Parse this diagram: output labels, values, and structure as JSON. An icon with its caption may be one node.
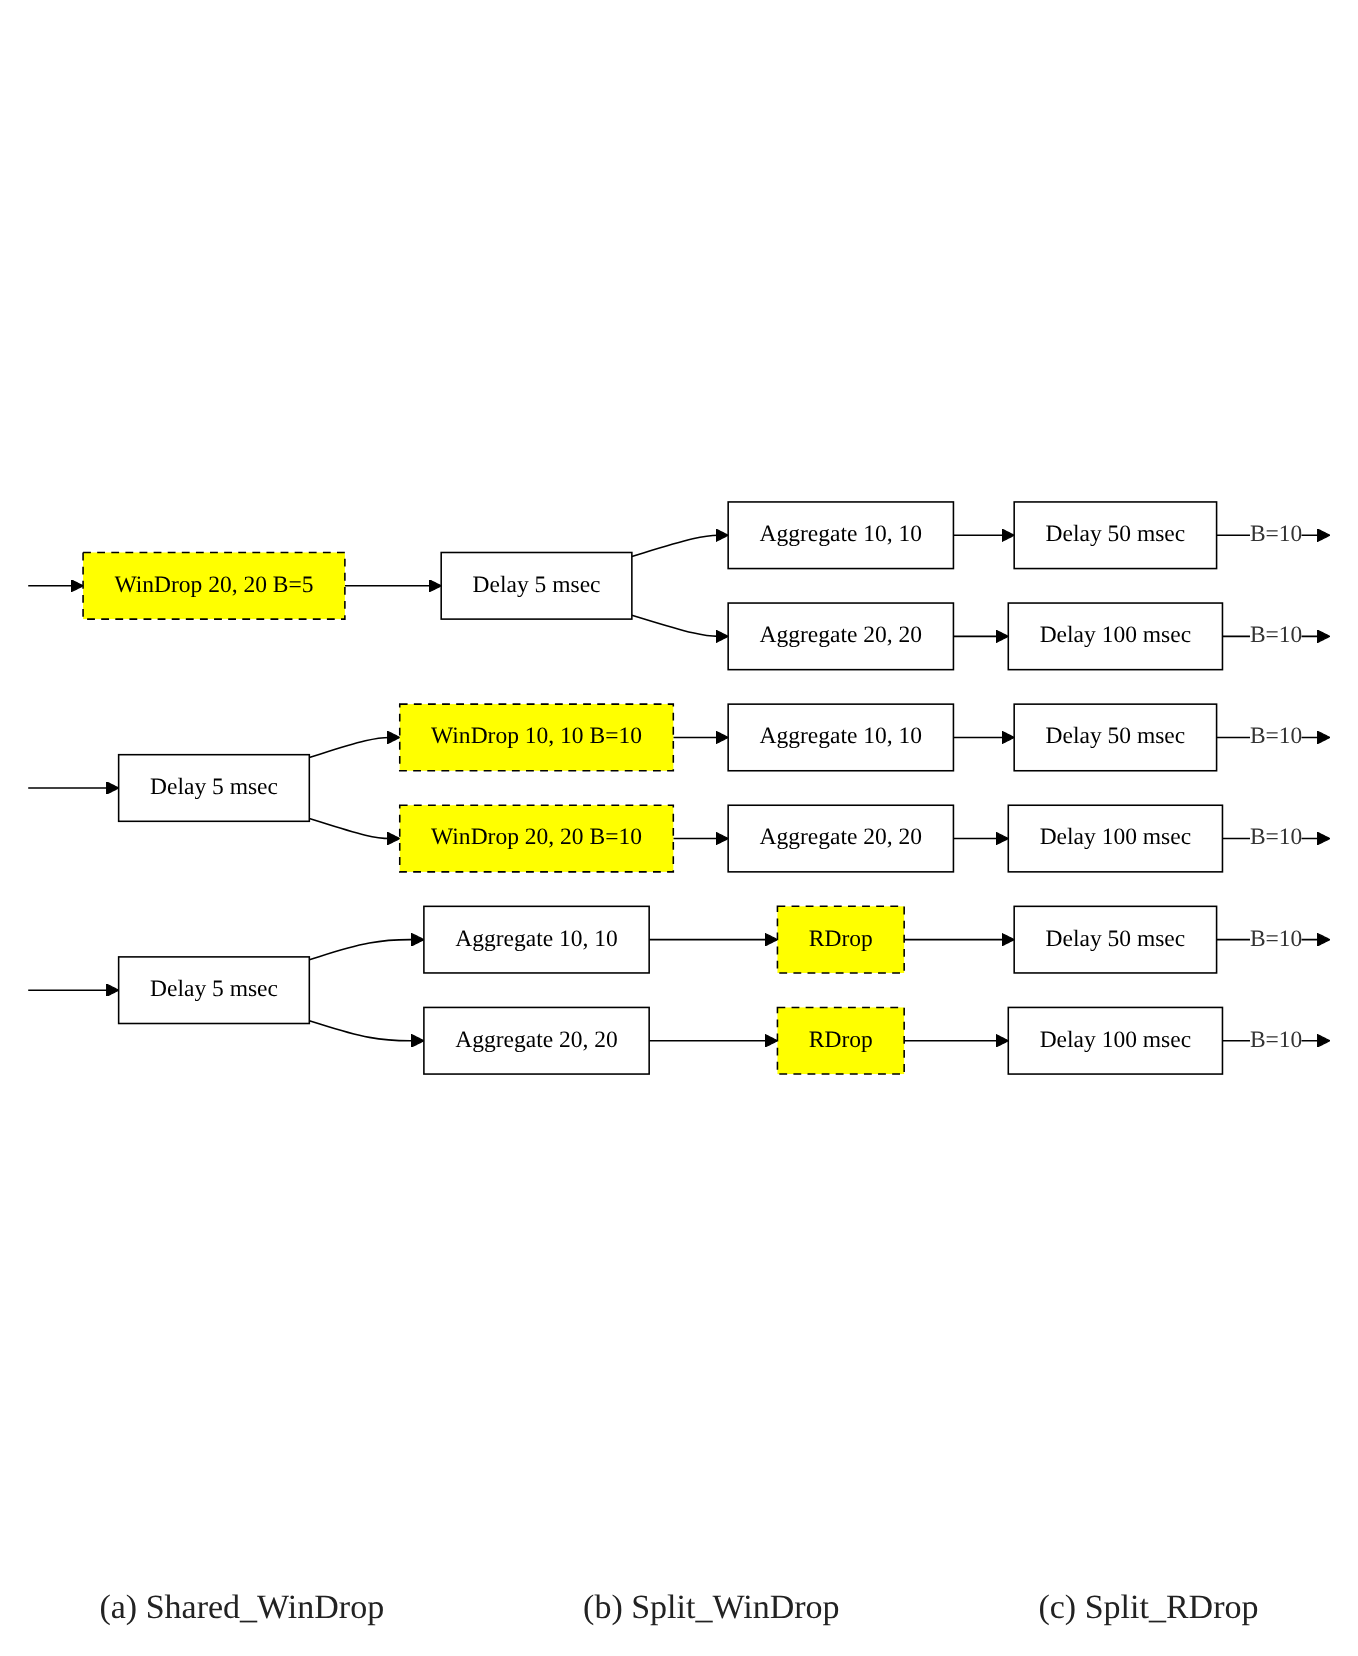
{
  "diagram": {
    "nodes": [
      {
        "text": [
          "WinDrop 20, 20 B=5"
        ]
      },
      {
        "text": [
          "Delay 5 msec"
        ]
      },
      {
        "text": [
          "Aggregate 10, 10"
        ]
      },
      {
        "text": [
          "Aggregate 20, 20"
        ]
      },
      {
        "text": [
          "Delay 50 msec"
        ]
      },
      {
        "text": [
          "Delay 100 msec"
        ]
      },
      {
        "text": [
          "Delay 5 msec"
        ]
      },
      {
        "text": [
          "WinDrop 10, 10 B=10"
        ]
      },
      {
        "text": [
          "WinDrop 20, 20 B=10"
        ]
      },
      {
        "text": [
          "Aggregate 10, 10"
        ]
      },
      {
        "text": [
          "Aggregate 20, 20"
        ]
      },
      {
        "text": [
          "Delay 50 msec"
        ]
      },
      {
        "text": [
          "Delay 100 msec"
        ]
      },
      {
        "text": [
          "Delay 5 msec"
        ]
      },
      {
        "text": [
          "Aggregate 10, 10"
        ]
      },
      {
        "text": [
          "Aggregate 20, 20"
        ]
      },
      {
        "text": [
          "RDrop"
        ]
      },
      {
        "text": [
          "RDrop"
        ]
      },
      {
        "text": [
          "Delay 50 msec"
        ]
      },
      {
        "text": [
          "Delay 100 msec"
        ]
      }
    ],
    "edges": [
      {
        "from": null,
        "to": 0,
        "arrow": "to"
      },
      {
        "from": 0,
        "to": 1,
        "arrow": "to"
      },
      {
        "from": 1,
        "to": 2,
        "arrow": "to"
      },
      {
        "from": 1,
        "to": 3,
        "arrow": "to"
      },
      {
        "from": 2,
        "to": 4,
        "arrow": "to"
      },
      {
        "from": 3,
        "to": 5,
        "arrow": "to"
      },
      {
        "from": 4,
        "to": null,
        "arrow": "to",
        "label": "B=10"
      },
      {
        "from": 5,
        "to": null,
        "arrow": "to",
        "label": "B=10"
      },
      {
        "from": null,
        "to": 6,
        "arrow": "to"
      },
      {
        "from": 6,
        "to": 7,
        "arrow": "to"
      },
      {
        "from": 6,
        "to": 8,
        "arrow": "to"
      },
      {
        "from": 7,
        "to": 9,
        "arrow": "to"
      },
      {
        "from": 8,
        "to": 10,
        "arrow": "to"
      },
      {
        "from": 9,
        "to": 11,
        "arrow": "to"
      },
      {
        "from": 10,
        "to": 12,
        "arrow": "to"
      },
      {
        "from": 11,
        "to": null,
        "arrow": "to",
        "label": "B=10"
      },
      {
        "from": 12,
        "to": null,
        "arrow": "to",
        "label": "B=10"
      },
      {
        "from": null,
        "to": 13,
        "arrow": "to"
      },
      {
        "from": 13,
        "to": 14,
        "arrow": "to"
      },
      {
        "from": 13,
        "to": 15,
        "arrow": "to"
      },
      {
        "from": 14,
        "to": 16,
        "arrow": "to"
      },
      {
        "from": 15,
        "to": 17,
        "arrow": "to"
      },
      {
        "from": 16,
        "to": 18,
        "arrow": "to"
      },
      {
        "from": 17,
        "to": 19,
        "arrow": "to"
      },
      {
        "from": 18,
        "to": null,
        "arrow": "to",
        "label": "B=10"
      },
      {
        "from": 19,
        "to": null,
        "arrow": "to",
        "label": "B=10"
      }
    ],
    "labels": [
      "(a) Shared_WinDrop",
      "(b) Split_WinDrop",
      "(c) Split_RDrop"
    ]
  }
}
